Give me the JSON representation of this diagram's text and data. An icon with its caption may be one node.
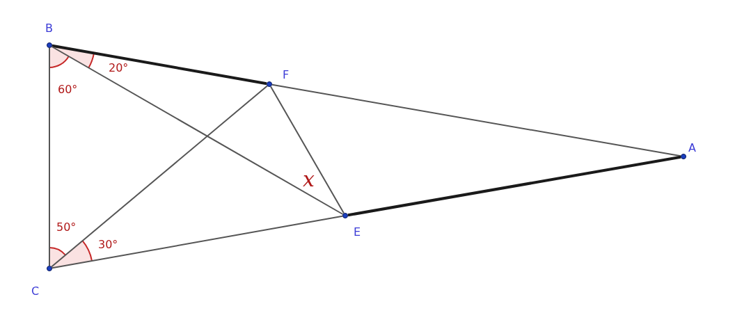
{
  "diagram": {
    "nodes": [
      {
        "text": [
          "B"
        ]
      },
      {
        "text": [
          "C"
        ]
      },
      {
        "text": [
          "F"
        ]
      },
      {
        "text": [
          "E"
        ]
      },
      {
        "text": [
          "A"
        ]
      }
    ],
    "edges": [
      {
        "from": 0,
        "to": 1,
        "arrow": "none"
      },
      {
        "from": 0,
        "to": 2,
        "arrow": "none",
        "style": "thick",
        "color": "#1a1a1a"
      },
      {
        "from": 2,
        "to": 4,
        "arrow": "none"
      },
      {
        "from": 0,
        "to": 3,
        "arrow": "none"
      },
      {
        "from": 1,
        "to": 2,
        "arrow": "none"
      },
      {
        "from": 1,
        "to": 3,
        "arrow": "none"
      },
      {
        "from": 3,
        "to": 4,
        "arrow": "none",
        "style": "thick",
        "color": "#1a1a1a"
      },
      {
        "from": 2,
        "to": 3,
        "arrow": "none"
      }
    ],
    "labels": [
      "20°",
      "60°",
      "50°",
      "30°",
      "x"
    ]
  }
}
